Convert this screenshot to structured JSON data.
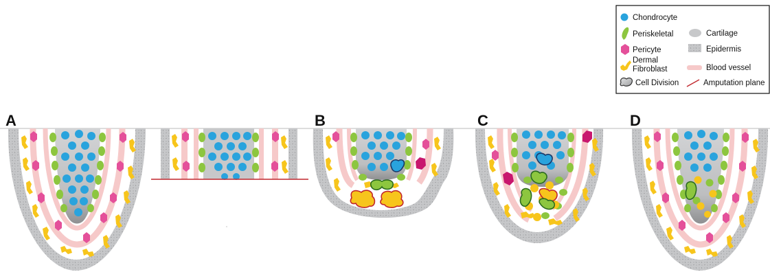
{
  "panels": [
    {
      "label": "A"
    },
    {
      "label": ""
    },
    {
      "label": "B"
    },
    {
      "label": "C"
    },
    {
      "label": "D"
    }
  ],
  "legend": {
    "items": [
      {
        "key": "chondrocyte",
        "label": "Chondrocyte",
        "icon": "blue-dot-icon"
      },
      {
        "key": "periskeletal",
        "label": "Periskeletal",
        "icon": "green-cell-icon"
      },
      {
        "key": "cartilage",
        "label": "Cartilage",
        "icon": "grey-oval-icon"
      },
      {
        "key": "pericyte",
        "label": "Pericyte",
        "icon": "pink-hexagon-icon"
      },
      {
        "key": "epidermis",
        "label": "Epidermis",
        "icon": "speckled-square-icon"
      },
      {
        "key": "dermal_fibroblast_1",
        "label": "Dermal",
        "icon": "yellow-fibroblast-icon"
      },
      {
        "key": "dermal_fibroblast_2",
        "label": "Fibroblast"
      },
      {
        "key": "blood_vessel",
        "label": "Blood vessel",
        "icon": "pink-bar-icon"
      },
      {
        "key": "cell_division",
        "label": "Cell Division",
        "icon": "dividing-cell-icon"
      },
      {
        "key": "amputation_plane",
        "label": "Amputation plane",
        "icon": "red-line-icon"
      }
    ]
  },
  "colors": {
    "chondrocyte": "#29a3dd",
    "periskeletal": "#8dc63f",
    "pericyte": "#e4509a",
    "pericyte_dark": "#c8176e",
    "fibroblast": "#f7c51c",
    "cartilage": "#c7c8ca",
    "epidermis": "#c2c3c5",
    "blood_vessel": "#f6c9c9",
    "amputation": "#c1272d",
    "division_outline": "#2b6b1e"
  }
}
